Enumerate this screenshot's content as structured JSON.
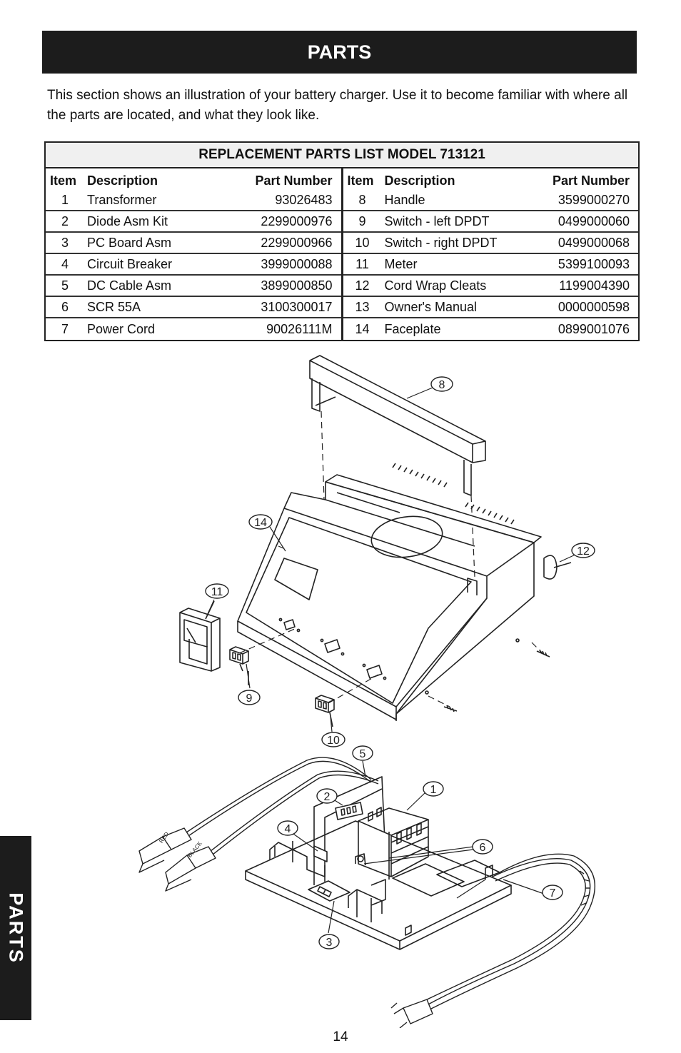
{
  "header": {
    "title": "PARTS"
  },
  "intro": "This section shows an illustration of your battery charger. Use it to become familiar with where all the parts are located, and what they look like.",
  "parts_table": {
    "title": "REPLACEMENT PARTS LIST MODEL  713121",
    "columns": {
      "item": "Item",
      "description": "Description",
      "part_number": "Part Number"
    },
    "left": [
      {
        "item": "1",
        "description": "Transformer",
        "part_number": "93026483"
      },
      {
        "item": "2",
        "description": "Diode Asm Kit",
        "part_number": "2299000976"
      },
      {
        "item": "3",
        "description": "PC Board Asm",
        "part_number": "2299000966"
      },
      {
        "item": "4",
        "description": "Circuit Breaker",
        "part_number": "3999000088"
      },
      {
        "item": "5",
        "description": "DC Cable Asm",
        "part_number": "3899000850"
      },
      {
        "item": "6",
        "description": "SCR  55A",
        "part_number": "3100300017"
      },
      {
        "item": "7",
        "description": "Power Cord",
        "part_number": "90026111M"
      }
    ],
    "right": [
      {
        "item": "8",
        "description": "Handle",
        "part_number": "3599000270"
      },
      {
        "item": "9",
        "description": "Switch - left DPDT",
        "part_number": "0499000060"
      },
      {
        "item": "10",
        "description": "Switch - right DPDT",
        "part_number": "0499000068"
      },
      {
        "item": "11",
        "description": "Meter",
        "part_number": "5399100093"
      },
      {
        "item": "12",
        "description": "Cord Wrap Cleats",
        "part_number": "1199004390"
      },
      {
        "item": "13",
        "description": "Owner's Manual",
        "part_number": "0000000598"
      },
      {
        "item": "14",
        "description": "Faceplate",
        "part_number": "0899001076"
      }
    ]
  },
  "diagram": {
    "callouts": [
      "8",
      "14",
      "12",
      "11",
      "9",
      "10",
      "5",
      "1",
      "2",
      "4",
      "6",
      "7",
      "3"
    ],
    "clamp_labels": {
      "red": "RED",
      "black": "BLACK"
    }
  },
  "side_tab": "PARTS",
  "page_number": "14"
}
